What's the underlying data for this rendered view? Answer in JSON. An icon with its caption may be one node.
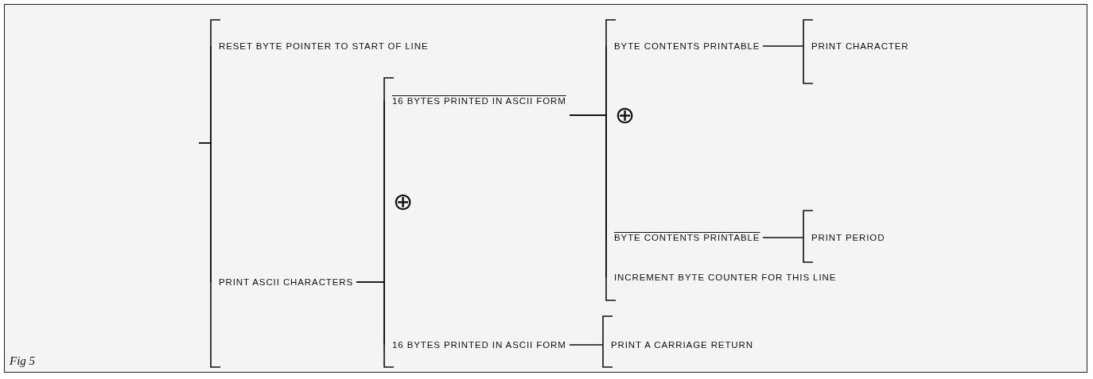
{
  "diagram": {
    "caption": "Fig 5",
    "nodes": [
      {
        "text": [
          "RESET BYTE POINTER TO START OF LINE"
        ]
      },
      {
        "text": [
          "PRINT ASCII CHARACTERS"
        ]
      },
      {
        "text": [
          "16 BYTES PRINTED IN ASCII FORM"
        ]
      },
      {
        "text": [
          "16 BYTES PRINTED IN ASCII FORM"
        ]
      },
      {
        "text": [
          "BYTE CONTENTS PRINTABLE"
        ]
      },
      {
        "text": [
          "BYTE CONTENTS PRINTABLE"
        ]
      },
      {
        "text": [
          "INCREMENT BYTE COUNTER FOR THIS LINE"
        ]
      },
      {
        "text": [
          "PRINT CHARACTER"
        ]
      },
      {
        "text": [
          "PRINT PERIOD"
        ]
      },
      {
        "text": [
          "PRINT A CARRIAGE RETURN"
        ]
      }
    ],
    "edges": [
      {
        "from": null,
        "to": 0,
        "arrow": "none"
      },
      {
        "from": null,
        "to": 1,
        "arrow": "none"
      },
      {
        "from": 1,
        "to": 2,
        "arrow": "none"
      },
      {
        "from": 1,
        "to": 3,
        "arrow": "none"
      },
      {
        "from": 2,
        "to": 4,
        "arrow": "none"
      },
      {
        "from": 2,
        "to": 5,
        "arrow": "none"
      },
      {
        "from": 2,
        "to": 6,
        "arrow": "none"
      },
      {
        "from": 4,
        "to": 7,
        "arrow": "none"
      },
      {
        "from": 5,
        "to": 8,
        "arrow": "none"
      },
      {
        "from": 3,
        "to": 9,
        "arrow": "none"
      }
    ],
    "labels": [
      "⊕",
      "⊕"
    ]
  }
}
